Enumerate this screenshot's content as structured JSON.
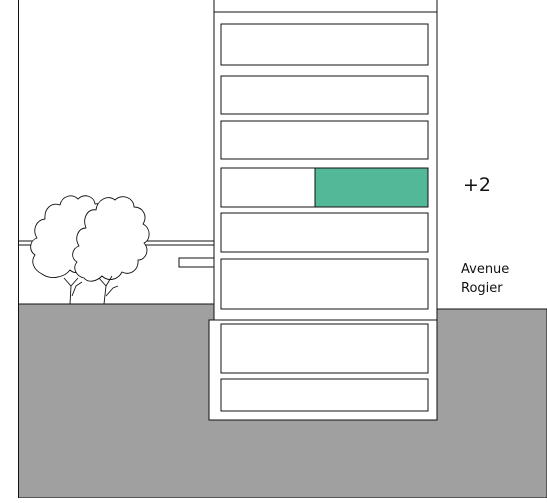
{
  "colors": {
    "ground": "#a0a0a0",
    "highlight": "#52b898",
    "line": "#111111",
    "background": "#ffffff"
  },
  "labels": {
    "level": "+2",
    "street_line1": "Avenue",
    "street_line2": "Rogier"
  },
  "icons": {
    "trees": "tree-icon"
  }
}
